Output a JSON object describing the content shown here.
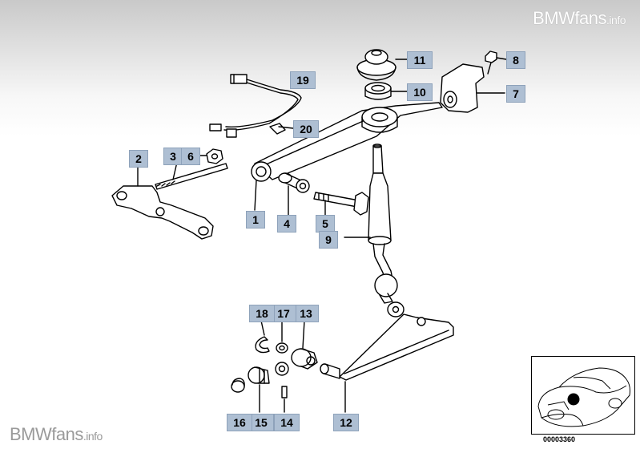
{
  "watermark_top": {
    "brand": "BMWfans",
    "suffix": ".info"
  },
  "watermark_bottom": {
    "brand": "BMWfans",
    "suffix": ".info"
  },
  "callouts": {
    "p1": "1",
    "p2": "2",
    "p3": "3",
    "p4": "4",
    "p5": "5",
    "p6": "6",
    "p7": "7",
    "p8": "8",
    "p9": "9",
    "p10": "10",
    "p11": "11",
    "p12": "12",
    "p13": "13",
    "p14": "14",
    "p15": "15",
    "p16": "16",
    "p17": "17",
    "p18": "18",
    "p19": "19",
    "p20": "20"
  },
  "diagram_code": "00003360",
  "colors": {
    "callout_bg": "#aebfd3",
    "line": "#000000"
  }
}
